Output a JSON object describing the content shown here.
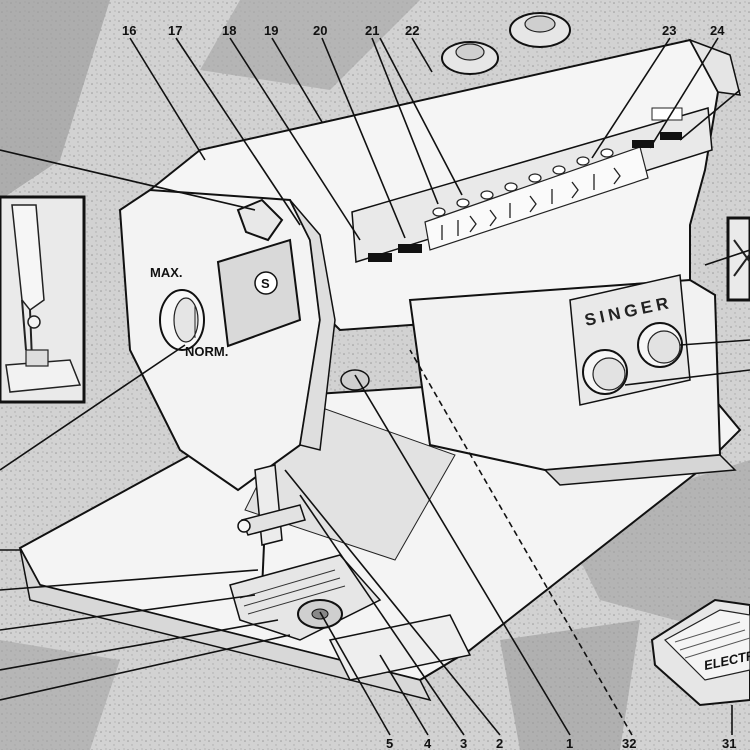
{
  "brand": {
    "name": "SINGER",
    "logo_letter": "S",
    "pedal_text": "ELECTR"
  },
  "dial": {
    "max_label": "MAX.",
    "norm_label": "NORM."
  },
  "callouts": {
    "top": [
      {
        "id": "16",
        "label": "16"
      },
      {
        "id": "17",
        "label": "17"
      },
      {
        "id": "18",
        "label": "18"
      },
      {
        "id": "19",
        "label": "19"
      },
      {
        "id": "20",
        "label": "20"
      },
      {
        "id": "21",
        "label": "21"
      },
      {
        "id": "22",
        "label": "22"
      },
      {
        "id": "23",
        "label": "23"
      },
      {
        "id": "24",
        "label": "24"
      }
    ],
    "bottom": [
      {
        "id": "5",
        "label": "5"
      },
      {
        "id": "4",
        "label": "4"
      },
      {
        "id": "3",
        "label": "3"
      },
      {
        "id": "2",
        "label": "2"
      },
      {
        "id": "1",
        "label": "1"
      },
      {
        "id": "32",
        "label": "32"
      },
      {
        "id": "31",
        "label": "31"
      }
    ]
  }
}
